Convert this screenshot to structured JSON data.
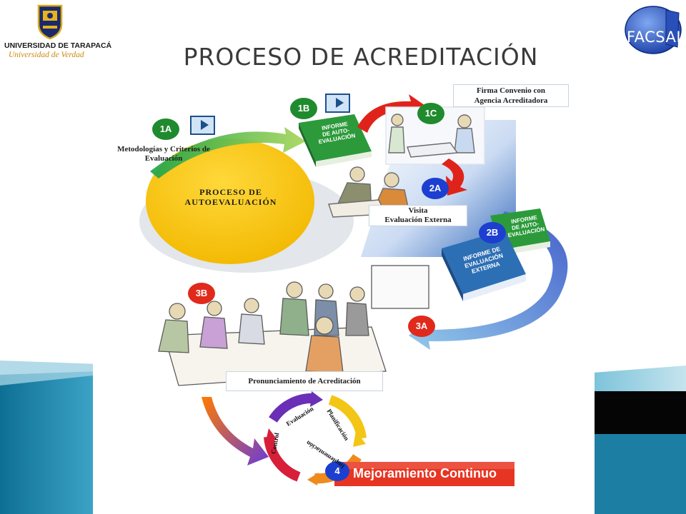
{
  "slide": {
    "title": "PROCESO DE ACREDITACIÓN"
  },
  "logos": {
    "university_name": "UNIVERSIDAD DE TARAPACÁ",
    "university_motto": "Universidad de Verdad",
    "faculty_logo_text": "FACSAL"
  },
  "steps": {
    "s1a": {
      "badge": "1A",
      "label_line1": "Metodologías y Criterios de",
      "label_line2": "Evaluación"
    },
    "s1b": {
      "badge": "1B",
      "book_line1": "INFORME",
      "book_line2": "DE AUTO-",
      "book_line3": "EVALUACIÓN"
    },
    "s1c": {
      "badge": "1C",
      "label_line1": "Firma Convenio con",
      "label_line2": "Agencia Acreditadora"
    },
    "s2a": {
      "badge": "2A",
      "label_line1": "Visita",
      "label_line2": "Evaluación Externa"
    },
    "s2b": {
      "badge": "2B",
      "book1_line1": "INFORME",
      "book1_line2": "DE AUTO-",
      "book1_line3": "EVALUACIÓN",
      "book2_line1": "INFORME DE",
      "book2_line2": "EVALUACIÓN",
      "book2_line3": "EXTERNA"
    },
    "s3a": {
      "badge": "3A"
    },
    "s3b": {
      "badge": "3B",
      "label": "Pronunciamiento de Acreditación"
    },
    "s4": {
      "badge": "4",
      "label": "Mejoramiento Continuo"
    }
  },
  "central_circle": {
    "line1": "PROCESO DE",
    "line2": "AUTOEVALUACIÓN"
  },
  "cycle": [
    "Evaluación",
    "Planificación",
    "Implementación",
    "Control"
  ],
  "colors": {
    "badge_green": "#1f8a2e",
    "badge_red": "#e02a1c",
    "badge_blue": "#1c3fd0",
    "circle_yellow": "#f7c800",
    "book_green": "#2c9a3a",
    "book_blue": "#2d6fb4",
    "banner_red": "#e73523",
    "teal_bg": "#1b86a8"
  }
}
